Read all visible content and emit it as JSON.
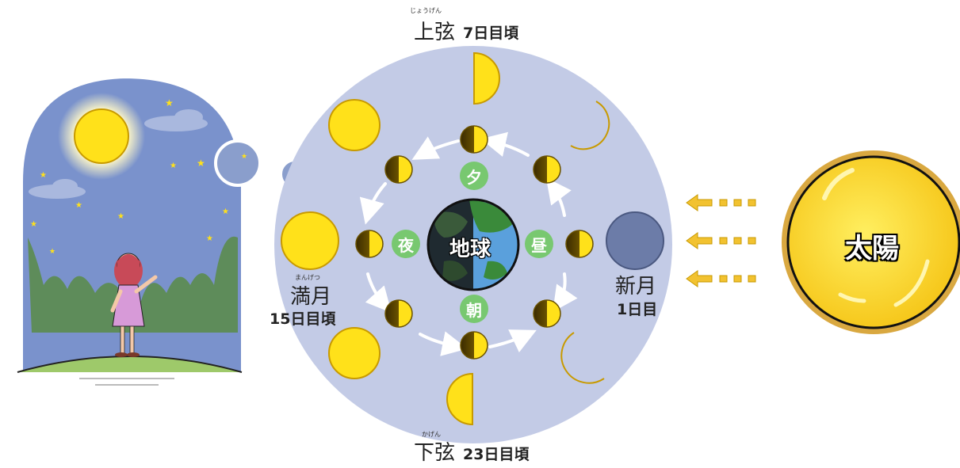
{
  "labels": {
    "first_quarter": {
      "ruby": "じょうげん",
      "name": "上弦",
      "day": "7日目頃"
    },
    "last_quarter": {
      "ruby": "かげん",
      "name": "下弦",
      "day": "23日目頃"
    },
    "full_moon": {
      "ruby": "まんげつ",
      "name": "満月",
      "day": "15日目頃"
    },
    "new_moon": {
      "name": "新月",
      "day": "1日目"
    },
    "earth": "地球",
    "sun": "太陽",
    "times": {
      "evening": "夕",
      "night": "夜",
      "morning": "朝",
      "noon": "昼"
    }
  },
  "colors": {
    "moon": "#ffe11a",
    "orbit_bg": "#c3cbe6",
    "sky": "#7a92cc",
    "phase_badge": "#78c870",
    "earth_ocean": "#5aa0dc",
    "earth_land": "#3a7a3a",
    "sun_arrow": "#f2c230"
  }
}
